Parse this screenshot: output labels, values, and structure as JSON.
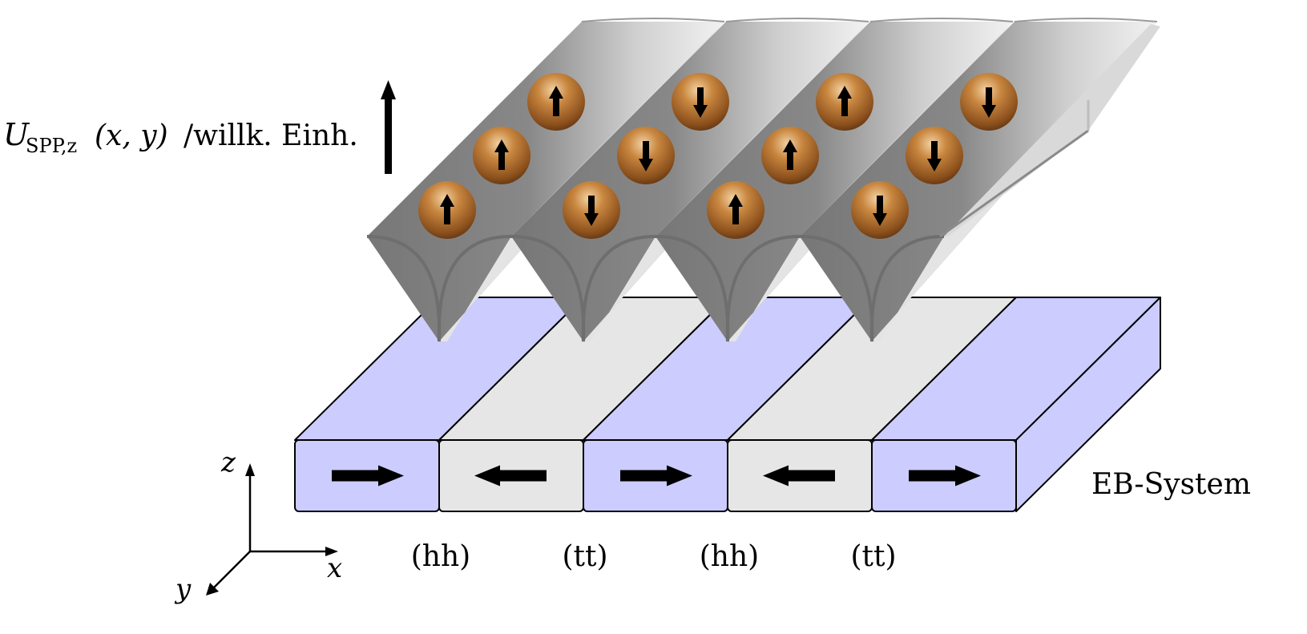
{
  "potential_label": {
    "symbol": "U",
    "subscript": "SPP,z",
    "args": "(x, y)",
    "unit": "/willk. Einh."
  },
  "system_label": "EB-System",
  "axes": {
    "z": "z",
    "x": "x",
    "y": "y"
  },
  "wall_labels": [
    "(hh)",
    "(tt)",
    "(hh)",
    "(tt)"
  ],
  "domains": [
    {
      "magnetization": "right",
      "color": "#ccccff"
    },
    {
      "magnetization": "left",
      "color": "#e6e6e6"
    },
    {
      "magnetization": "right",
      "color": "#ccccff"
    },
    {
      "magnetization": "left",
      "color": "#e6e6e6"
    },
    {
      "magnetization": "right",
      "color": "#ccccff"
    }
  ],
  "potential_wells": [
    {
      "spins": [
        "up",
        "up",
        "up"
      ]
    },
    {
      "spins": [
        "down",
        "down",
        "down"
      ]
    },
    {
      "spins": [
        "up",
        "up",
        "up"
      ]
    },
    {
      "spins": [
        "down",
        "down",
        "down"
      ]
    }
  ],
  "colors": {
    "well_dark": "#7a7a7a",
    "well_light": "#e8e8e8",
    "particle": "#a0622a",
    "particle_highlight": "#f3d2a4"
  }
}
